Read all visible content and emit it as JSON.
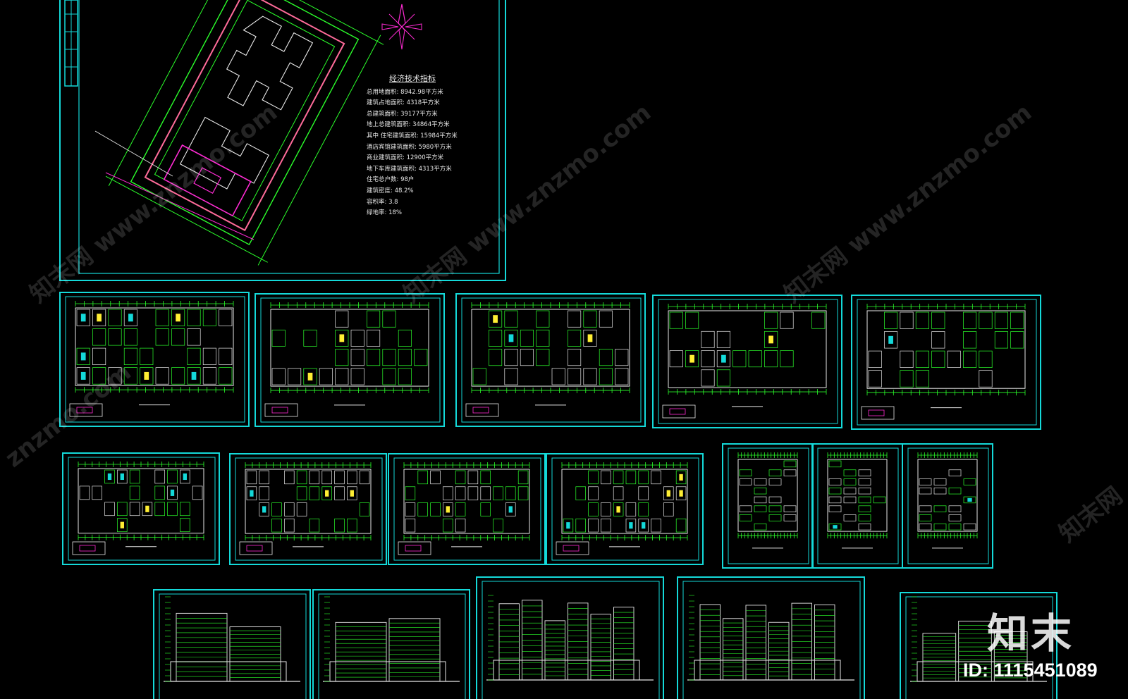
{
  "colors": {
    "background": "#000000",
    "frame": "#14d9d9",
    "line_green": "#2bff2b",
    "line_magenta": "#ff2bd4",
    "line_white": "#e8e8e8",
    "line_yellow": "#ffee33",
    "line_red": "#ff3333"
  },
  "site_plan": {
    "specs_title": "经济技术指标",
    "specs": [
      "总用地面积: 8942.98平方米",
      "建筑占地面积: 4318平方米",
      "总建筑面积: 39177平方米",
      "地上总建筑面积: 34864平方米",
      "其中  住宅建筑面积: 15984平方米",
      "酒店宾馆建筑面积: 5980平方米",
      "商业建筑面积: 12900平方米",
      "地下车库建筑面积: 4313平方米",
      "住宅总户数: 98户",
      "建筑密度: 48.2%",
      "容积率: 3.8",
      "绿地率: 18%"
    ]
  },
  "watermarks": [
    "知末网 www.znzmo.com",
    "知末网 www.znzmo.com",
    "知末网 www.znzmo.com",
    "znzmo.com",
    "知末网"
  ],
  "logo": {
    "name": "知末",
    "id_text": "ID: 1115451089"
  }
}
